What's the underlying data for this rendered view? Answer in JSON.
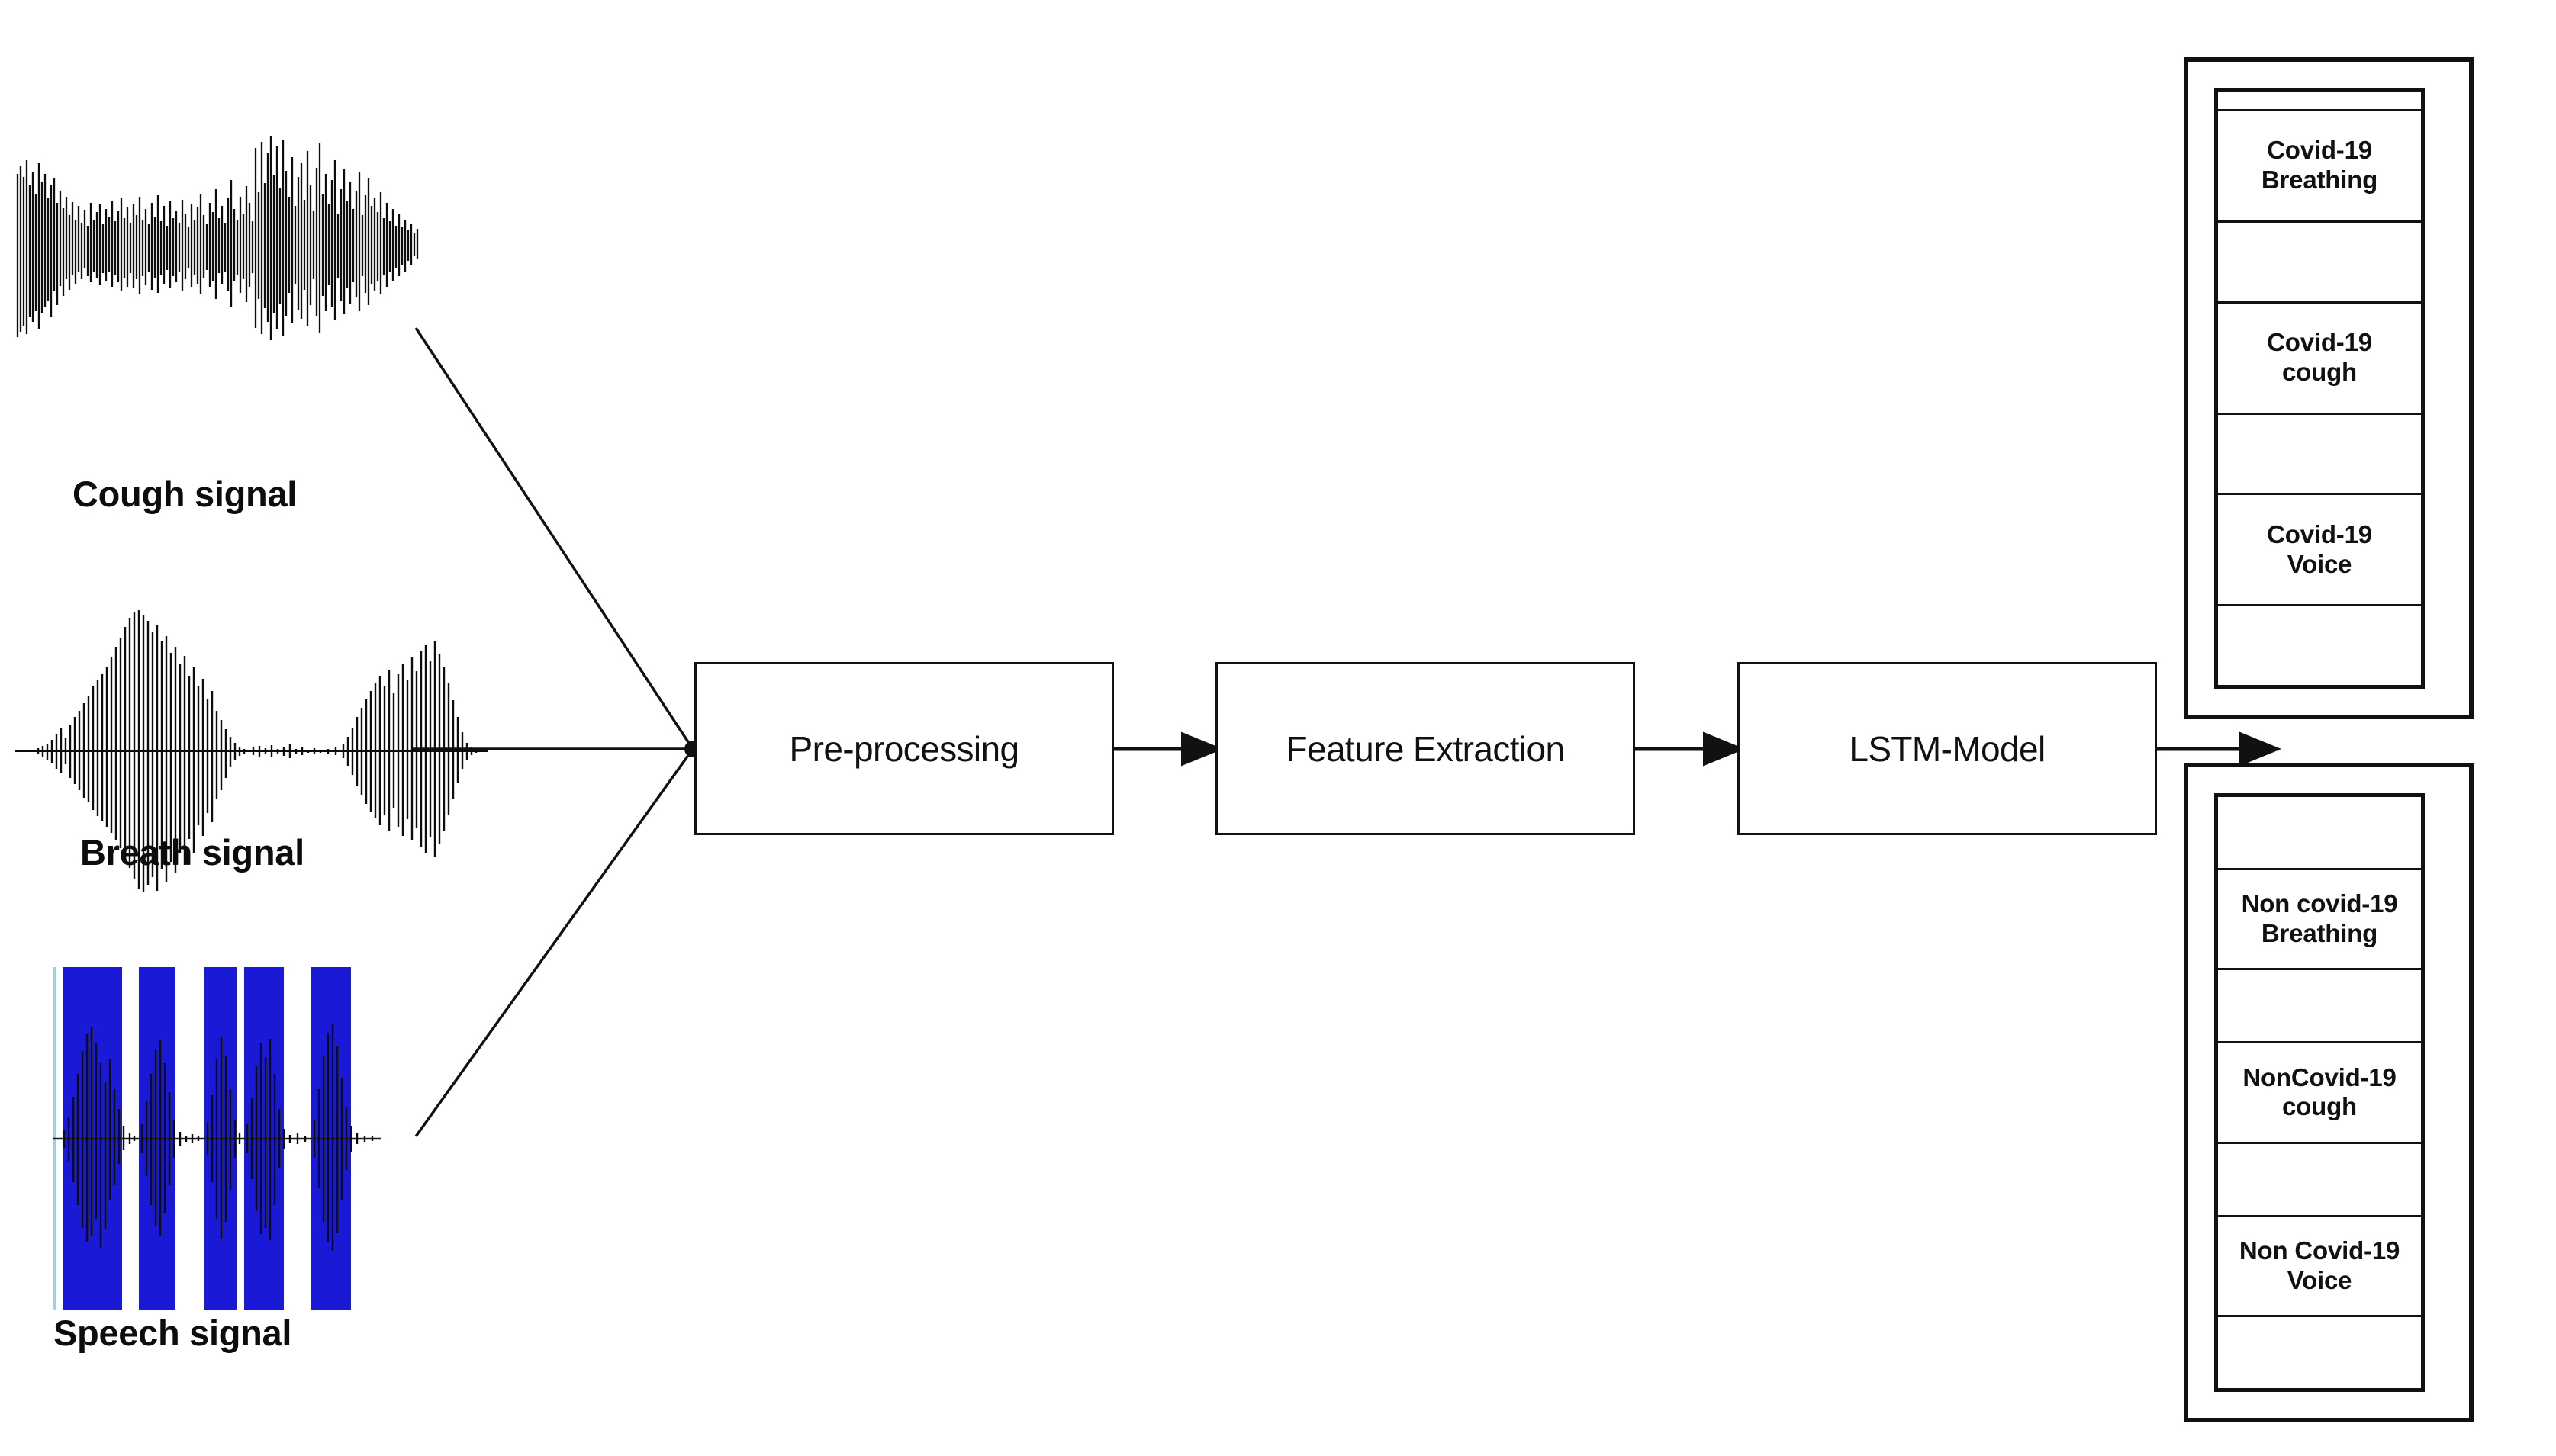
{
  "diagram": {
    "title": "COVID-19 audio signal classification pipeline",
    "colors": {
      "waveform": "#0d0d0d",
      "speech_highlight": "#1a1ad6",
      "line": "#111111",
      "background": "#ffffff"
    }
  },
  "inputs": [
    {
      "id": "cough",
      "label": "Cough signal",
      "icon": "waveform-icon"
    },
    {
      "id": "breath",
      "label": "Breath signal",
      "icon": "waveform-icon"
    },
    {
      "id": "speech",
      "label": "Speech signal",
      "icon": "waveform-icon"
    }
  ],
  "pipeline": [
    {
      "id": "preprocessing",
      "label": "Pre-processing"
    },
    {
      "id": "feature-extraction",
      "label": "Feature Extraction"
    },
    {
      "id": "lstm-model",
      "label": "LSTM-Model"
    }
  ],
  "outcomes": [
    {
      "id": "covid",
      "rows": [
        {
          "type": "thin",
          "text": ""
        },
        {
          "type": "label",
          "line1": "Covid-19",
          "line2": "Breathing"
        },
        {
          "type": "gap",
          "text": ""
        },
        {
          "type": "label",
          "line1": "Covid-19",
          "line2": "cough"
        },
        {
          "type": "gap",
          "text": ""
        },
        {
          "type": "label",
          "line1": "Covid-19",
          "line2": "Voice"
        },
        {
          "type": "gap",
          "text": ""
        }
      ]
    },
    {
      "id": "non-covid",
      "rows": [
        {
          "type": "gap",
          "text": ""
        },
        {
          "type": "label",
          "line1": "Non covid-19",
          "line2": "Breathing"
        },
        {
          "type": "gap",
          "text": ""
        },
        {
          "type": "label",
          "line1": "NonCovid-19",
          "line2": "cough"
        },
        {
          "type": "gap",
          "text": ""
        },
        {
          "type": "label",
          "line1": "Non Covid-19",
          "line2": "Voice"
        },
        {
          "type": "gap",
          "text": ""
        }
      ]
    }
  ]
}
